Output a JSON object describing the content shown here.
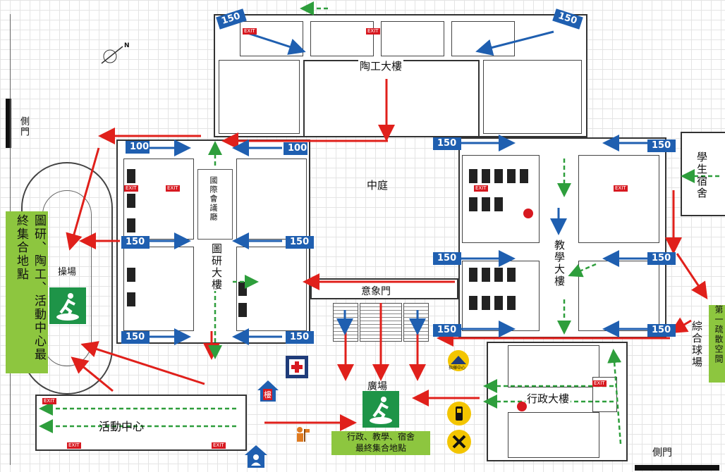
{
  "labels": {
    "north": "N",
    "pottery_building": "陶工大樓",
    "courtyard": "中庭",
    "tuyan_building": "圖研大樓",
    "teaching_building": "教學大樓",
    "yixiang_gate": "意象門",
    "admin_building": "行政大樓",
    "plaza": "廣場",
    "activity_center": "活動中心",
    "playground": "操場",
    "sports_field": "綜合球場",
    "dorm": "學生宿舍",
    "side_gate_left": "側門",
    "side_gate_bottom": "側門",
    "intl_hall": "國際會議廳",
    "assembly_left": "圖研、陶工、活動中心最終集合地點",
    "assembly_bottom_line1": "行政、教學、宿舍",
    "assembly_bottom_line2": "最終集合地點",
    "evac_space": "第一疏散空間",
    "command_center": "指揮中心",
    "floor_marker": "樓"
  },
  "capacity_labels": [
    "150",
    "150",
    "100",
    "100",
    "150",
    "150",
    "150",
    "150",
    "150",
    "150",
    "150",
    "150",
    "150",
    "150"
  ],
  "colors": {
    "capacity_bg": "#1f5fb0",
    "route_red": "#e0201b",
    "route_green": "#2e9e3c",
    "route_blue": "#1f5fb0",
    "assembly_green": "#8dc63f",
    "exit_sign_green": "#1e9448",
    "first_aid_red": "#d71920"
  },
  "icons": [
    "north-arrow-icon",
    "exit-running-man-icon",
    "first-aid-icon",
    "command-tent-icon",
    "phone-icon",
    "tools-icon",
    "house-icon",
    "people-icon"
  ]
}
